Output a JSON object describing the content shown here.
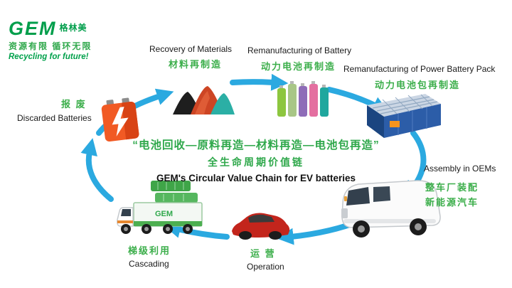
{
  "logo": {
    "brand": "GEM",
    "brand_cn": "格林美",
    "slogan_cn": "资源有限 循环无限",
    "slogan_en": "Recycling for future!"
  },
  "center": {
    "line1": "“电池回收—原料再造—材料再造—电池包再造”",
    "line2": "全生命周期价值链",
    "line3": "GEM's Circular Value Chain for EV batteries"
  },
  "stages": {
    "discarded": {
      "cn": "报 废",
      "en": "Discarded Batteries"
    },
    "recovery": {
      "en": "Recovery of Materials",
      "cn": "材料再制造"
    },
    "remanufacturing_battery": {
      "en": "Remanufacturing of Battery",
      "cn": "动力电池再制造"
    },
    "remanufacturing_pack": {
      "en": "Remanufacturing of Power Battery Pack",
      "cn": "动力电池包再制造"
    },
    "assembly": {
      "en": "Assembly in OEMs",
      "cn1": "整车厂装配",
      "cn2": "新能源汽车"
    },
    "operation": {
      "cn": "运 营",
      "en": "Operation"
    },
    "cascading": {
      "cn": "梯级利用",
      "en": "Cascading"
    }
  },
  "colors": {
    "arrow_blue": "#2BA9E0",
    "brand_green": "#009E4B",
    "label_green": "#3BAE4A",
    "battery_orange": "#F15A24",
    "pack_blue": "#2C5DA8",
    "car_red": "#C3251C"
  }
}
